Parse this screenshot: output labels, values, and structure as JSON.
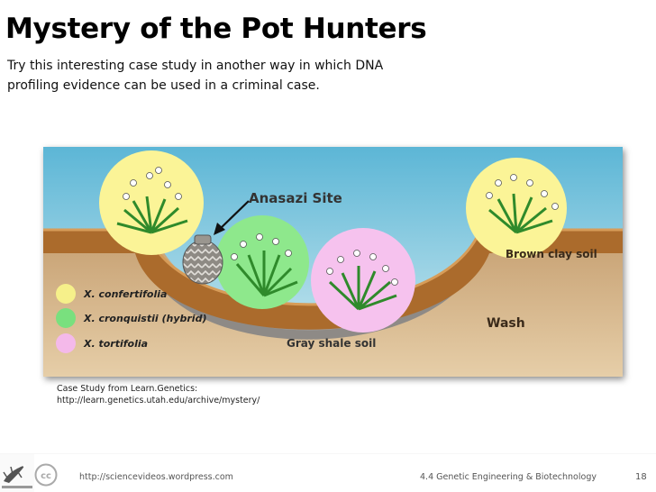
{
  "title": "Mystery of the Pot Hunters",
  "subtitle": "Try this interesting case study in another way in which DNA profiling evidence can be used in a criminal case.",
  "diagram": {
    "site_label": "Anasazi Site",
    "brown_soil_label": "Brown clay soil",
    "gray_soil_label": "Gray shale soil",
    "wash_label": "Wash",
    "legend": [
      {
        "color": "#f6f08a",
        "label": "X. confertifolia"
      },
      {
        "color": "#79e07e",
        "label": "X. cronquistii (hybrid)"
      },
      {
        "color": "#f4b9ea",
        "label": "X. tortifolia"
      }
    ]
  },
  "caption": {
    "line1": "Case Study from Learn.Genetics:",
    "line2": "http://learn.genetics.utah.edu/archive/mystery/"
  },
  "footer": {
    "left": "http://sciencevideos.wordpress.com",
    "center": "4.4 Genetic Engineering & Biotechnology",
    "page": "18"
  },
  "icons": {
    "logo": "lizard-logo-icon",
    "license": "creative-commons-icon"
  }
}
